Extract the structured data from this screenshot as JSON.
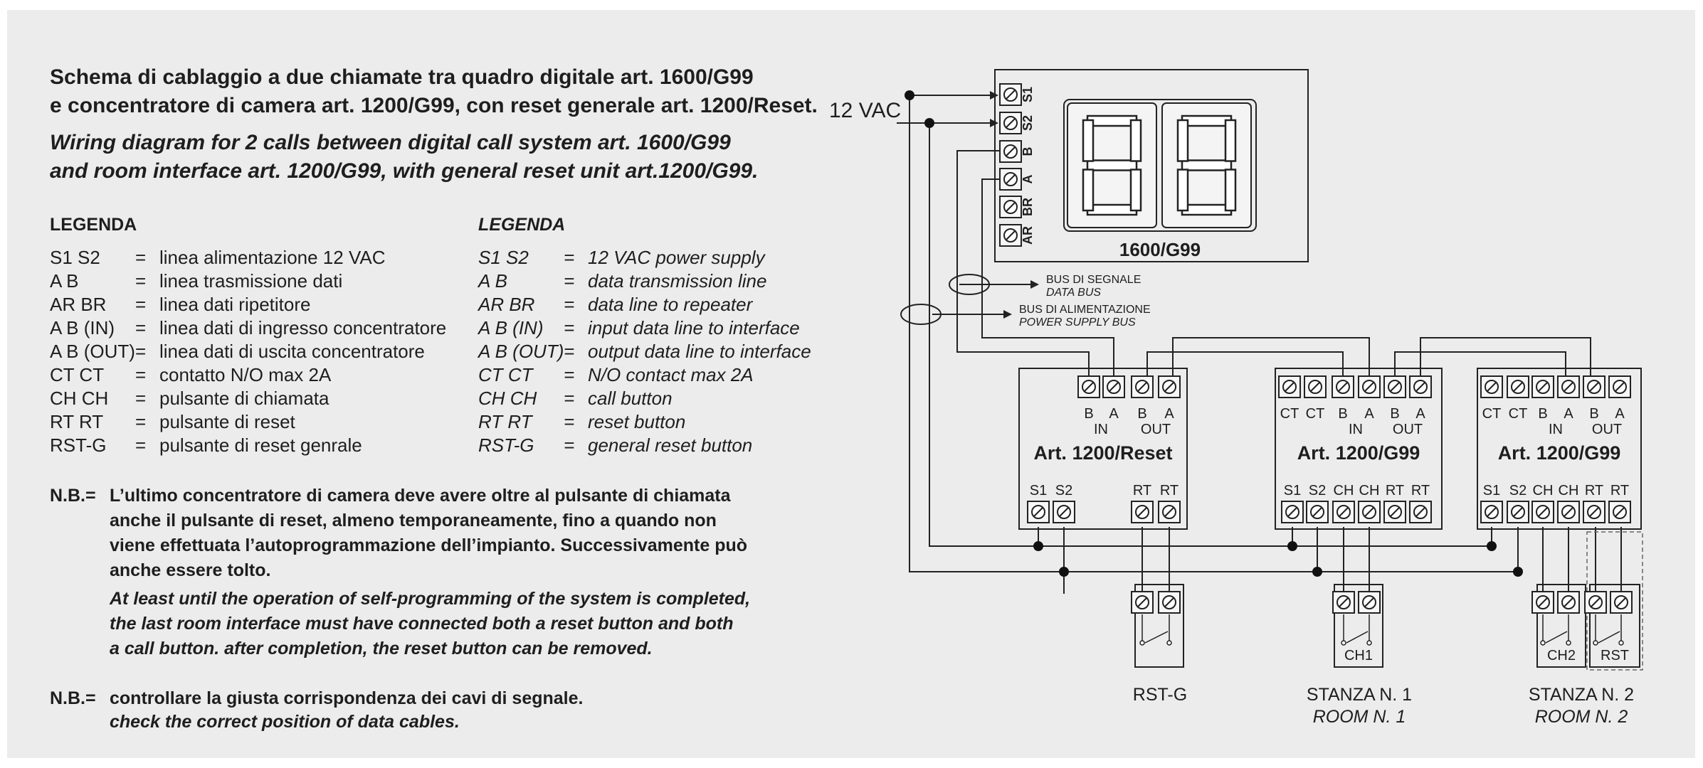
{
  "title": {
    "it_line1": "Schema di cablaggio a due chiamate tra quadro digitale art. 1600/G99",
    "it_line2": "e concentratore di camera art. 1200/G99, con reset generale art. 1200/Reset.",
    "en_line1": "Wiring diagram for 2 calls between digital call system art. 1600/G99",
    "en_line2": "and room interface art. 1200/G99, with general reset unit art.1200/G99."
  },
  "legend_it": {
    "heading": "LEGENDA",
    "rows": [
      {
        "code": "S1 S2",
        "eq": "=",
        "desc": "linea alimentazione 12 VAC"
      },
      {
        "code": "A  B",
        "eq": "=",
        "desc": "linea trasmissione dati"
      },
      {
        "code": "AR BR",
        "eq": "=",
        "desc": "linea dati ripetitore"
      },
      {
        "code": "A B (IN)",
        "eq": "=",
        "desc": "linea dati di ingresso concentratore"
      },
      {
        "code": "A B (OUT)",
        "eq": "=",
        "desc": "linea dati di uscita concentratore"
      },
      {
        "code": "CT CT",
        "eq": "=",
        "desc": "contatto N/O max 2A"
      },
      {
        "code": "CH CH",
        "eq": "=",
        "desc": "pulsante di chiamata"
      },
      {
        "code": "RT RT",
        "eq": "=",
        "desc": "pulsante di reset"
      },
      {
        "code": "RST-G",
        "eq": "=",
        "desc": "pulsante di reset genrale"
      }
    ]
  },
  "legend_en": {
    "heading": "LEGENDA",
    "rows": [
      {
        "code": "S1 S2",
        "eq": "=",
        "desc": "12 VAC  power supply"
      },
      {
        "code": "A  B",
        "eq": "=",
        "desc": "data transmission line"
      },
      {
        "code": "AR BR",
        "eq": "=",
        "desc": "data line to repeater"
      },
      {
        "code": "A B (IN)",
        "eq": "=",
        "desc": "input data line to interface"
      },
      {
        "code": "A B (OUT)",
        "eq": "=",
        "desc": "output data line to interface"
      },
      {
        "code": "CT CT",
        "eq": "=",
        "desc": "N/O contact max 2A"
      },
      {
        "code": "CH CH",
        "eq": "=",
        "desc": "call button"
      },
      {
        "code": "RT RT",
        "eq": "=",
        "desc": "reset button"
      },
      {
        "code": "RST-G",
        "eq": "=",
        "desc": "general reset button"
      }
    ]
  },
  "notes": {
    "nb_label": "N.B.=",
    "note1_it": [
      "L’ultimo concentratore di camera deve avere oltre al pulsante di chiamata",
      "anche il pulsante di reset, almeno temporaneamente, fino a quando non",
      "viene effettuata l’autoprogrammazione dell’impianto. Successivamente può",
      "anche essere tolto."
    ],
    "note1_en": [
      "At least until the operation of self-programming of the system is completed,",
      "the last room interface must have connected both a reset button and both",
      "a call button. after completion, the reset button can be removed."
    ],
    "note2_it": "controllare la giusta corrispondenza dei cavi di segnale.",
    "note2_en": "check the correct position of data cables."
  },
  "diagram": {
    "supply_label": "12 VAC",
    "display_unit": {
      "model": "1600/G99",
      "terminals": [
        "S1",
        "S2",
        "B",
        "A",
        "BR",
        "AR"
      ],
      "digits": "88"
    },
    "bus_signal": {
      "it": "BUS DI SEGNALE",
      "en": "DATA BUS"
    },
    "bus_power": {
      "it": "BUS DI ALIMENTAZIONE",
      "en": "POWER SUPPLY BUS"
    },
    "reset_unit": {
      "model": "Art. 1200/Reset",
      "top_terminals": [
        "B",
        "A",
        "B",
        "A"
      ],
      "in_label": "IN",
      "out_label": "OUT",
      "bottom_terminals": [
        "S1",
        "S2",
        "RT",
        "RT"
      ]
    },
    "room_units": [
      {
        "model": "Art. 1200/G99",
        "top_terminals": [
          "CT",
          "CT",
          "B",
          "A",
          "B",
          "A"
        ],
        "in_label": "IN",
        "out_label": "OUT",
        "bottom_terminals": [
          "S1",
          "S2",
          "CH",
          "CH",
          "RT",
          "RT"
        ]
      },
      {
        "model": "Art. 1200/G99",
        "top_terminals": [
          "CT",
          "CT",
          "B",
          "A",
          "B",
          "A"
        ],
        "in_label": "IN",
        "out_label": "OUT",
        "bottom_terminals": [
          "S1",
          "S2",
          "CH",
          "CH",
          "RT",
          "RT"
        ]
      }
    ],
    "buttons": {
      "ch1": "CH1",
      "ch2": "CH2",
      "rst": "RST"
    },
    "captions": {
      "rstg": "RST-G",
      "room1_it": "STANZA N. 1",
      "room1_en": "ROOM N. 1",
      "room2_it": "STANZA N. 2",
      "room2_en": "ROOM N. 2"
    }
  }
}
